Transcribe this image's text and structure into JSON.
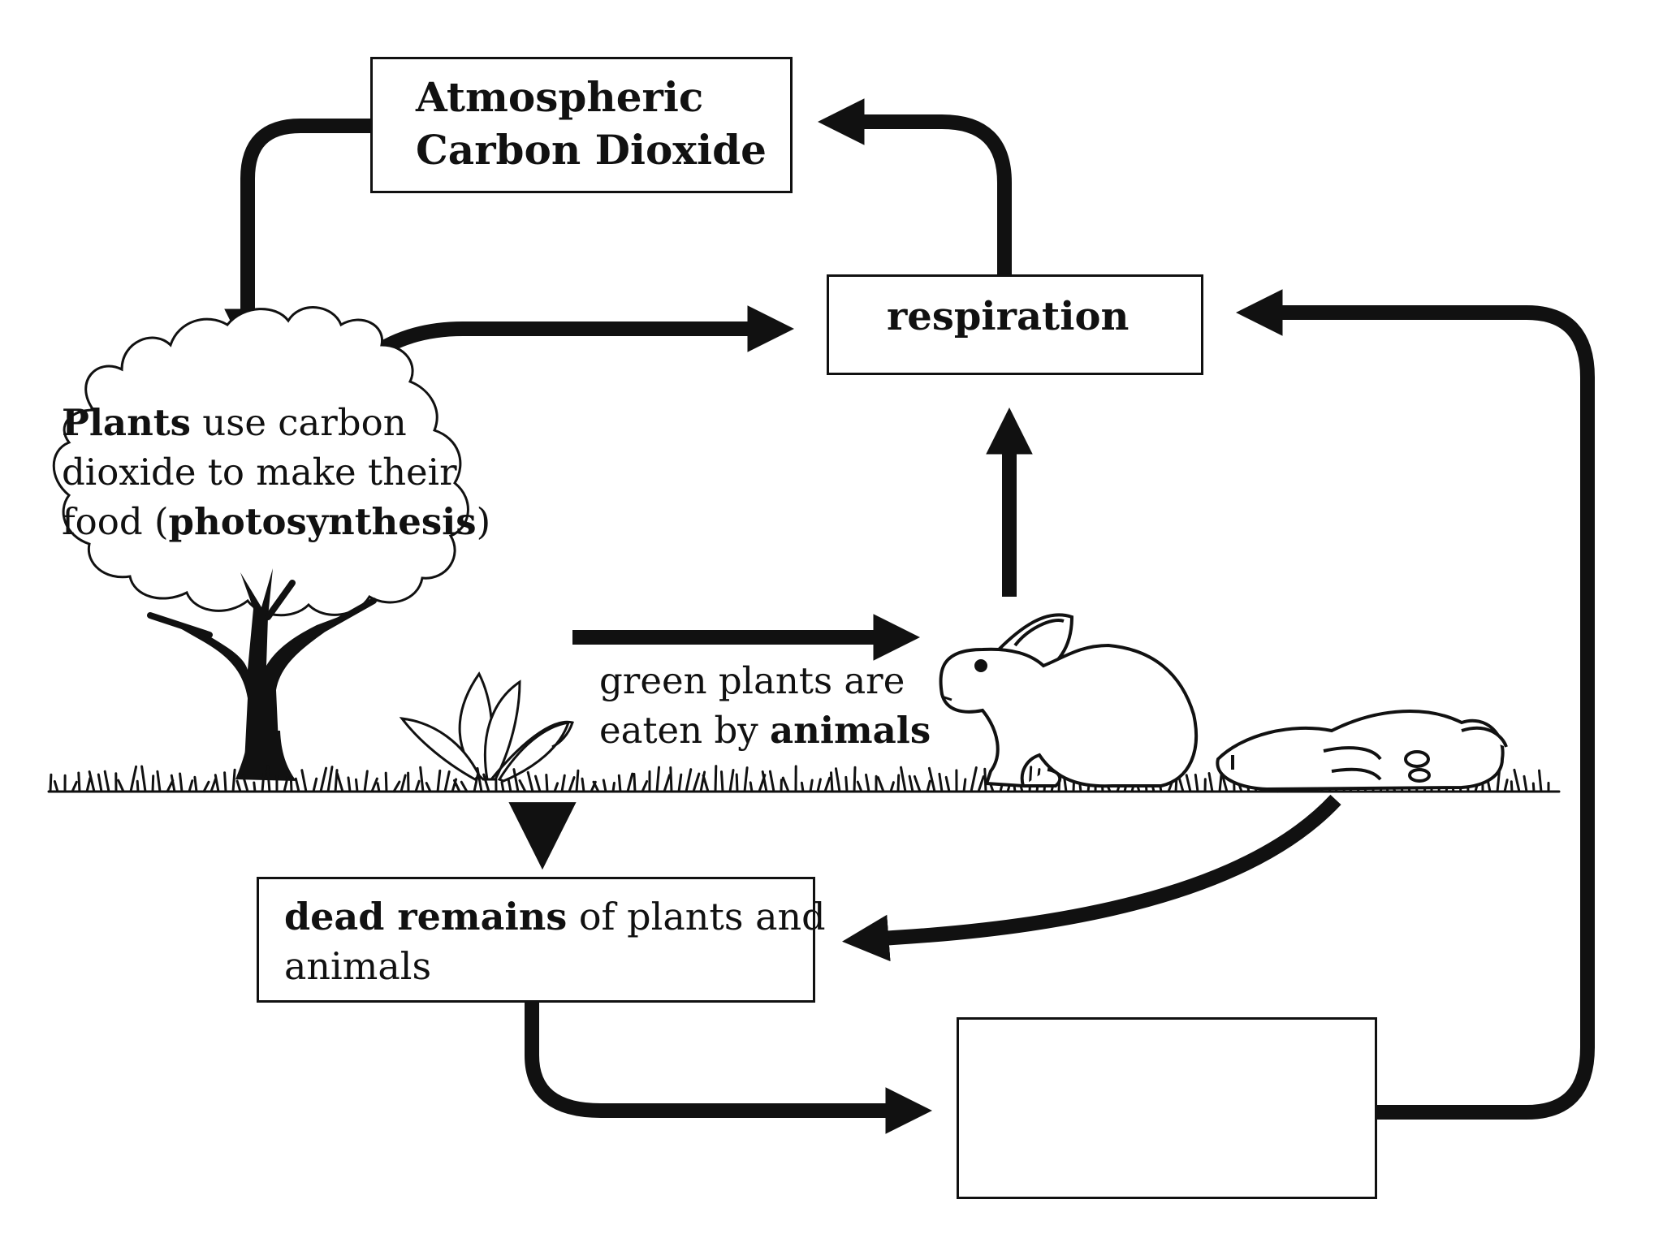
{
  "colors": {
    "ink": "#111111",
    "paper": "#ffffff"
  },
  "nodes": {
    "atmosphere": {
      "line1": "Atmospheric",
      "line2": "Carbon Dioxide"
    },
    "respiration": {
      "label": "respiration"
    },
    "plants": {
      "bold1": "Plants",
      "rest1": " use carbon",
      "line2": "dioxide to make their",
      "pre3": "food (",
      "bold3": "photosynthesis",
      "post3": ")"
    },
    "eaten": {
      "line1": "green plants are",
      "pre2": "eaten by ",
      "bold2": "animals"
    },
    "dead_remains": {
      "bold": "dead remains",
      "rest": " of plants and",
      "line2": "animals"
    },
    "blank_box": {
      "label": ""
    }
  },
  "illustrations": [
    "tree-icon",
    "rabbit-icon",
    "dead-rabbit-icon",
    "grass-icon",
    "small-plant-icon"
  ]
}
